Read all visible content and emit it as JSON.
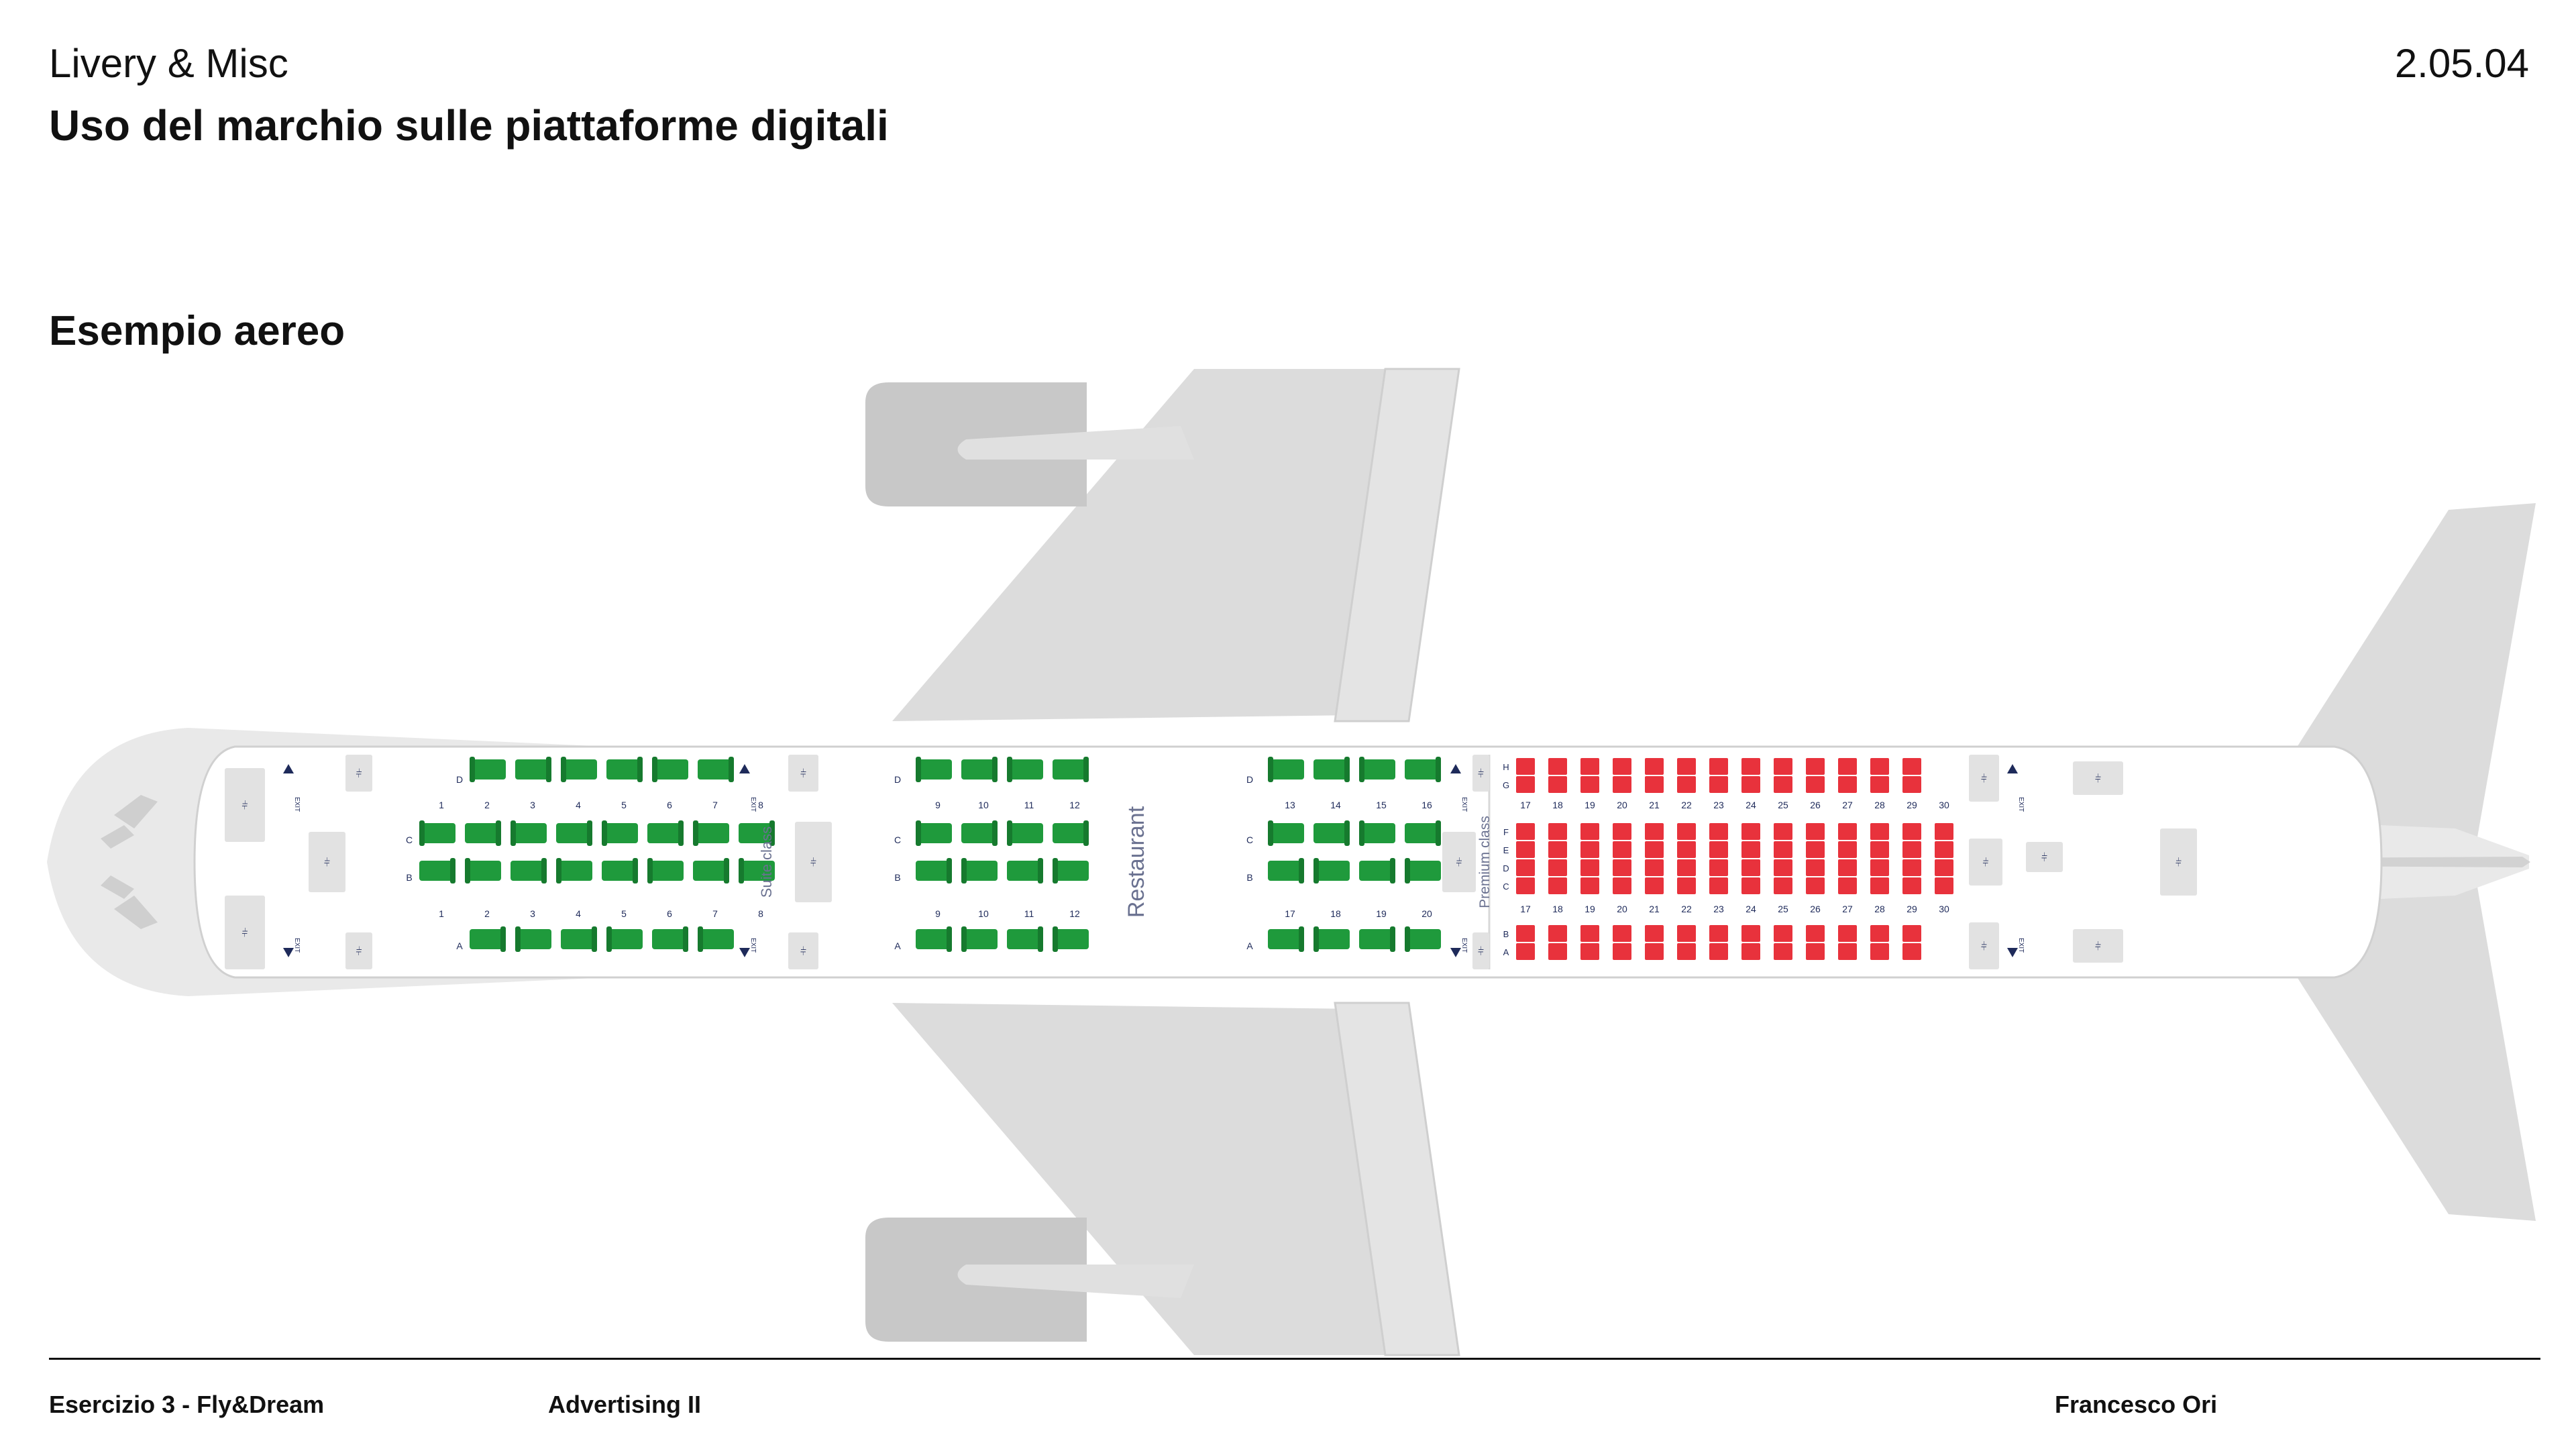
{
  "header": {
    "section": "Livery & Misc",
    "title": "Uso del marchio sulle piattaforme digitali",
    "page_number": "2.05.04",
    "subtitle": "Esempio aereo"
  },
  "footer": {
    "left": "Esercizio 3 - Fly&Dream",
    "center": "Advertising II",
    "right": "Francesco Ori"
  },
  "colors": {
    "body": "#e9e9e9",
    "wing": "#dcdcdc",
    "engine": "#c8c8c8",
    "cabin": "#ffffff",
    "suite_seat": "#1f9a3c",
    "premium_seat": "#e8323c",
    "label": "#1e2a5a",
    "class_label": "#6a7190"
  },
  "labels": {
    "suite_class": "Suite class",
    "restaurant": "Restaurant",
    "premium_class": "Premium class",
    "exit": "EXIT"
  },
  "suite": {
    "front_rows": [
      "1",
      "2",
      "3",
      "4",
      "5",
      "6",
      "7",
      "8"
    ],
    "mid_rows": [
      "9",
      "10",
      "11",
      "12"
    ],
    "rear_top_rows": [
      "13",
      "14",
      "15",
      "16"
    ],
    "rear_bottom_rows": [
      "17",
      "18",
      "19",
      "20"
    ],
    "letters": [
      "D",
      "C",
      "B",
      "A"
    ]
  },
  "premium": {
    "rows": [
      "17",
      "18",
      "19",
      "20",
      "21",
      "22",
      "23",
      "24",
      "25",
      "26",
      "27",
      "28",
      "29",
      "30"
    ],
    "letters_top": [
      "H",
      "G"
    ],
    "letters_mid": [
      "F",
      "E",
      "D",
      "C"
    ],
    "letters_bottom": [
      "B",
      "A"
    ]
  }
}
